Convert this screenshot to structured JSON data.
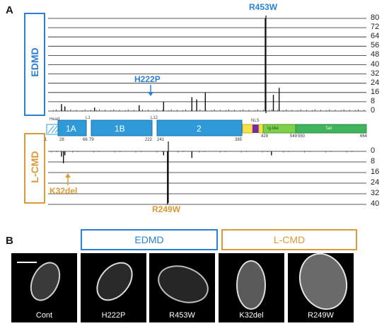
{
  "panel_a": {
    "letter": "A"
  },
  "panel_b": {
    "letter": "B"
  },
  "groups": {
    "edmd": "EDMD",
    "lcmd": "L-CMD"
  },
  "colors": {
    "edmd": "#2f7fd1",
    "lcmd": "#d99a3a",
    "domain": "#2e9ad8",
    "nls": "#7a2aa0",
    "iglike": "#7ed04a",
    "tail": "#3fb45a",
    "bar": "#111111"
  },
  "top_axis": [
    "80",
    "72",
    "64",
    "56",
    "48",
    "40",
    "32",
    "24",
    "16",
    "8",
    "0"
  ],
  "bottom_axis": [
    "0",
    "8",
    "16",
    "24",
    "32",
    "40"
  ],
  "mutations": {
    "r453w": "R453W",
    "h222p": "H222P",
    "k32del": "K32del",
    "r249w": "R249W"
  },
  "domains": {
    "head": "Head",
    "d1a": "1A",
    "d1b": "1B",
    "d2": "2",
    "l1": "L1",
    "l12": "L12",
    "nls": "NLS",
    "iglike": "Ig-like",
    "tail": "Tail"
  },
  "positions": [
    "1",
    "28",
    "66",
    "79",
    "222",
    "241",
    "385",
    "429",
    "549",
    "550",
    "664"
  ],
  "chart_data": [
    {
      "type": "bar",
      "title": "EDMD",
      "ylabel": "",
      "ylim": [
        0,
        80
      ],
      "x": [
        28,
        35,
        97,
        190,
        241,
        300,
        310,
        328,
        453,
        470,
        482
      ],
      "values": [
        6,
        4,
        3,
        5,
        8,
        12,
        10,
        16,
        80,
        14,
        20
      ]
    },
    {
      "type": "bar",
      "title": "L-CMD",
      "ylabel": "",
      "ylim": [
        0,
        40
      ],
      "x": [
        28,
        32,
        35,
        241,
        249,
        300,
        466
      ],
      "values": [
        4,
        9,
        3,
        3,
        40,
        5,
        3
      ]
    }
  ],
  "cells": [
    {
      "caption": "Cont"
    },
    {
      "caption": "H222P"
    },
    {
      "caption": "R453W"
    },
    {
      "caption": "K32del"
    },
    {
      "caption": "R249W"
    }
  ]
}
